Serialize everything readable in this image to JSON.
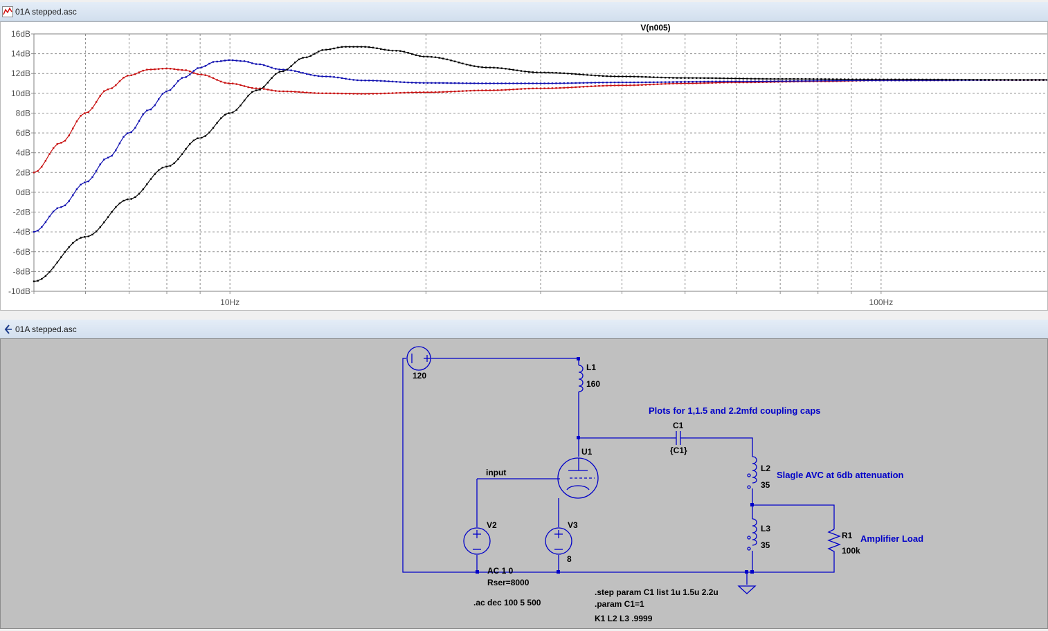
{
  "plot_window": {
    "title": "01A stepped.asc",
    "icon": "waveform-icon"
  },
  "schematic_window": {
    "title": "01A stepped.asc",
    "icon": "schematic-icon"
  },
  "chart_data": {
    "type": "line",
    "trace_label": "V(n005)",
    "x_scale": "log",
    "xlim": [
      5,
      180
    ],
    "ylim": [
      -10,
      16
    ],
    "y_ticks": [
      "16dB",
      "14dB",
      "12dB",
      "10dB",
      "8dB",
      "6dB",
      "4dB",
      "2dB",
      "0dB",
      "-2dB",
      "-4dB",
      "-6dB",
      "-8dB",
      "-10dB"
    ],
    "x_tick_labels": [
      {
        "value": 10,
        "label": "10Hz"
      },
      {
        "value": 100,
        "label": "100Hz"
      }
    ],
    "grid": true,
    "colors": {
      "c1_2u2": "#000000",
      "c1_1u5": "#1010b0",
      "c1_1u": "#c81010"
    },
    "series": [
      {
        "key": "c1_1u",
        "points": [
          [
            5,
            2.0
          ],
          [
            5.5,
            5.0
          ],
          [
            6,
            8.0
          ],
          [
            6.5,
            10.4
          ],
          [
            7,
            11.8
          ],
          [
            7.5,
            12.4
          ],
          [
            8,
            12.5
          ],
          [
            8.5,
            12.35
          ],
          [
            9,
            11.9
          ],
          [
            10,
            11.0
          ],
          [
            11,
            10.5
          ],
          [
            12,
            10.2
          ],
          [
            14,
            10.0
          ],
          [
            16,
            9.95
          ],
          [
            20,
            10.1
          ],
          [
            25,
            10.3
          ],
          [
            30,
            10.5
          ],
          [
            40,
            10.8
          ],
          [
            50,
            11.0
          ],
          [
            60,
            11.1
          ],
          [
            80,
            11.2
          ],
          [
            100,
            11.3
          ],
          [
            180,
            11.35
          ]
        ]
      },
      {
        "key": "c1_1u5",
        "points": [
          [
            5,
            -4.0
          ],
          [
            5.5,
            -1.5
          ],
          [
            6,
            1.0
          ],
          [
            6.5,
            3.5
          ],
          [
            7,
            6.0
          ],
          [
            7.5,
            8.3
          ],
          [
            8,
            10.2
          ],
          [
            8.5,
            11.6
          ],
          [
            9,
            12.6
          ],
          [
            9.5,
            13.2
          ],
          [
            10,
            13.35
          ],
          [
            10.5,
            13.25
          ],
          [
            11,
            12.95
          ],
          [
            12,
            12.4
          ],
          [
            14,
            11.7
          ],
          [
            16,
            11.3
          ],
          [
            20,
            11.05
          ],
          [
            25,
            11.0
          ],
          [
            30,
            11.0
          ],
          [
            40,
            11.1
          ],
          [
            60,
            11.2
          ],
          [
            100,
            11.3
          ],
          [
            180,
            11.35
          ]
        ]
      },
      {
        "key": "c1_2u2",
        "points": [
          [
            5,
            -9.0
          ],
          [
            6,
            -4.5
          ],
          [
            7,
            -0.7
          ],
          [
            8,
            2.6
          ],
          [
            9,
            5.5
          ],
          [
            10,
            8.0
          ],
          [
            11,
            10.3
          ],
          [
            12,
            12.2
          ],
          [
            13,
            13.6
          ],
          [
            14,
            14.4
          ],
          [
            15,
            14.7
          ],
          [
            16,
            14.7
          ],
          [
            18,
            14.3
          ],
          [
            20,
            13.7
          ],
          [
            25,
            12.6
          ],
          [
            30,
            12.1
          ],
          [
            40,
            11.7
          ],
          [
            50,
            11.55
          ],
          [
            70,
            11.45
          ],
          [
            100,
            11.4
          ],
          [
            180,
            11.35
          ]
        ]
      }
    ]
  },
  "schematic": {
    "v1_value": "120",
    "l1_name": "L1",
    "l1_value": "160",
    "c1_name": "C1",
    "c1_value": "{C1}",
    "u1_name": "U1",
    "l2_name": "L2",
    "l2_value": "35",
    "l3_name": "L3",
    "l3_value": "35",
    "r1_name": "R1",
    "r1_value": "100k",
    "v2_name": "V2",
    "v2_ac": "AC 1 0",
    "v2_rser": "Rser=8000",
    "v3_name": "V3",
    "v3_value": "8",
    "input_label": "input",
    "comment_plots": "Plots for 1,1.5 and 2.2mfd coupling caps",
    "comment_avc": "Slagle AVC at 6db attenuation",
    "comment_load": "Amplifier Load",
    "directive_ac": ".ac dec 100 5 500",
    "directive_step": ".step param C1 list 1u 1.5u 2.2u",
    "directive_param": ".param C1=1",
    "directive_k": "K1 L2 L3 .9999",
    "colors": {
      "wire": "#0000c8",
      "background": "#c0c0c0",
      "comment": "#0000c8"
    }
  }
}
